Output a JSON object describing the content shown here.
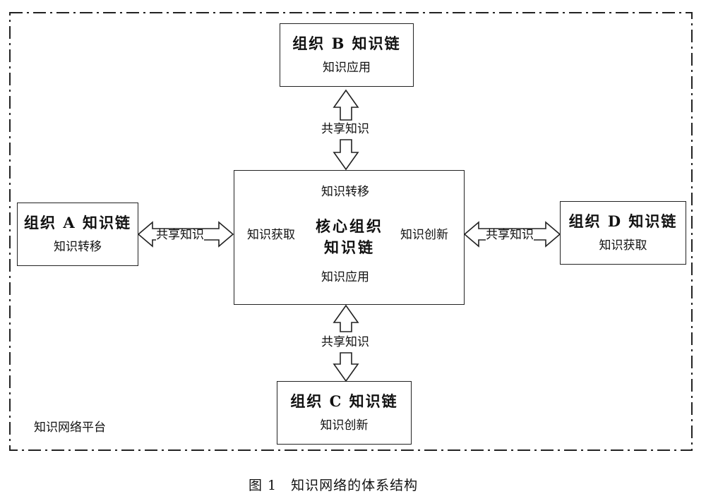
{
  "platform": {
    "label": "知识网络平台"
  },
  "core": {
    "title_line1": "核心组织",
    "title_line2": "知识链",
    "top": "知识转移",
    "left": "知识获取",
    "right": "知识创新",
    "bottom": "知识应用"
  },
  "org_a": {
    "title": "组织 A 知识链",
    "subtitle": "知识转移"
  },
  "org_b": {
    "title": "组织 B 知识链",
    "subtitle": "知识应用"
  },
  "org_c": {
    "title": "组织 C 知识链",
    "subtitle": "知识创新"
  },
  "org_d": {
    "title": "组织 D 知识链",
    "subtitle": "知识获取"
  },
  "connectors": {
    "top": "共享知识",
    "bottom": "共享知识",
    "left": "共享知识",
    "right": "共享知识"
  },
  "caption": "图 1　知识网络的体系结构"
}
